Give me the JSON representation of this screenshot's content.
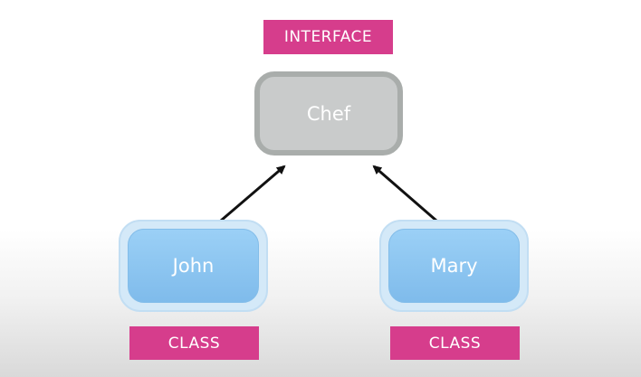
{
  "diagram": {
    "interface_tag": "INTERFACE",
    "interface_node": "Chef",
    "classes": [
      {
        "name": "John",
        "tag": "CLASS"
      },
      {
        "name": "Mary",
        "tag": "CLASS"
      }
    ],
    "colors": {
      "tag_bg": "#d63d8c",
      "interface_fill": "#c9cbcb",
      "interface_border": "#a9adab",
      "class_fill": "#8ec6f1",
      "class_halo": "#d4e9f8",
      "arrow": "#111111"
    }
  }
}
